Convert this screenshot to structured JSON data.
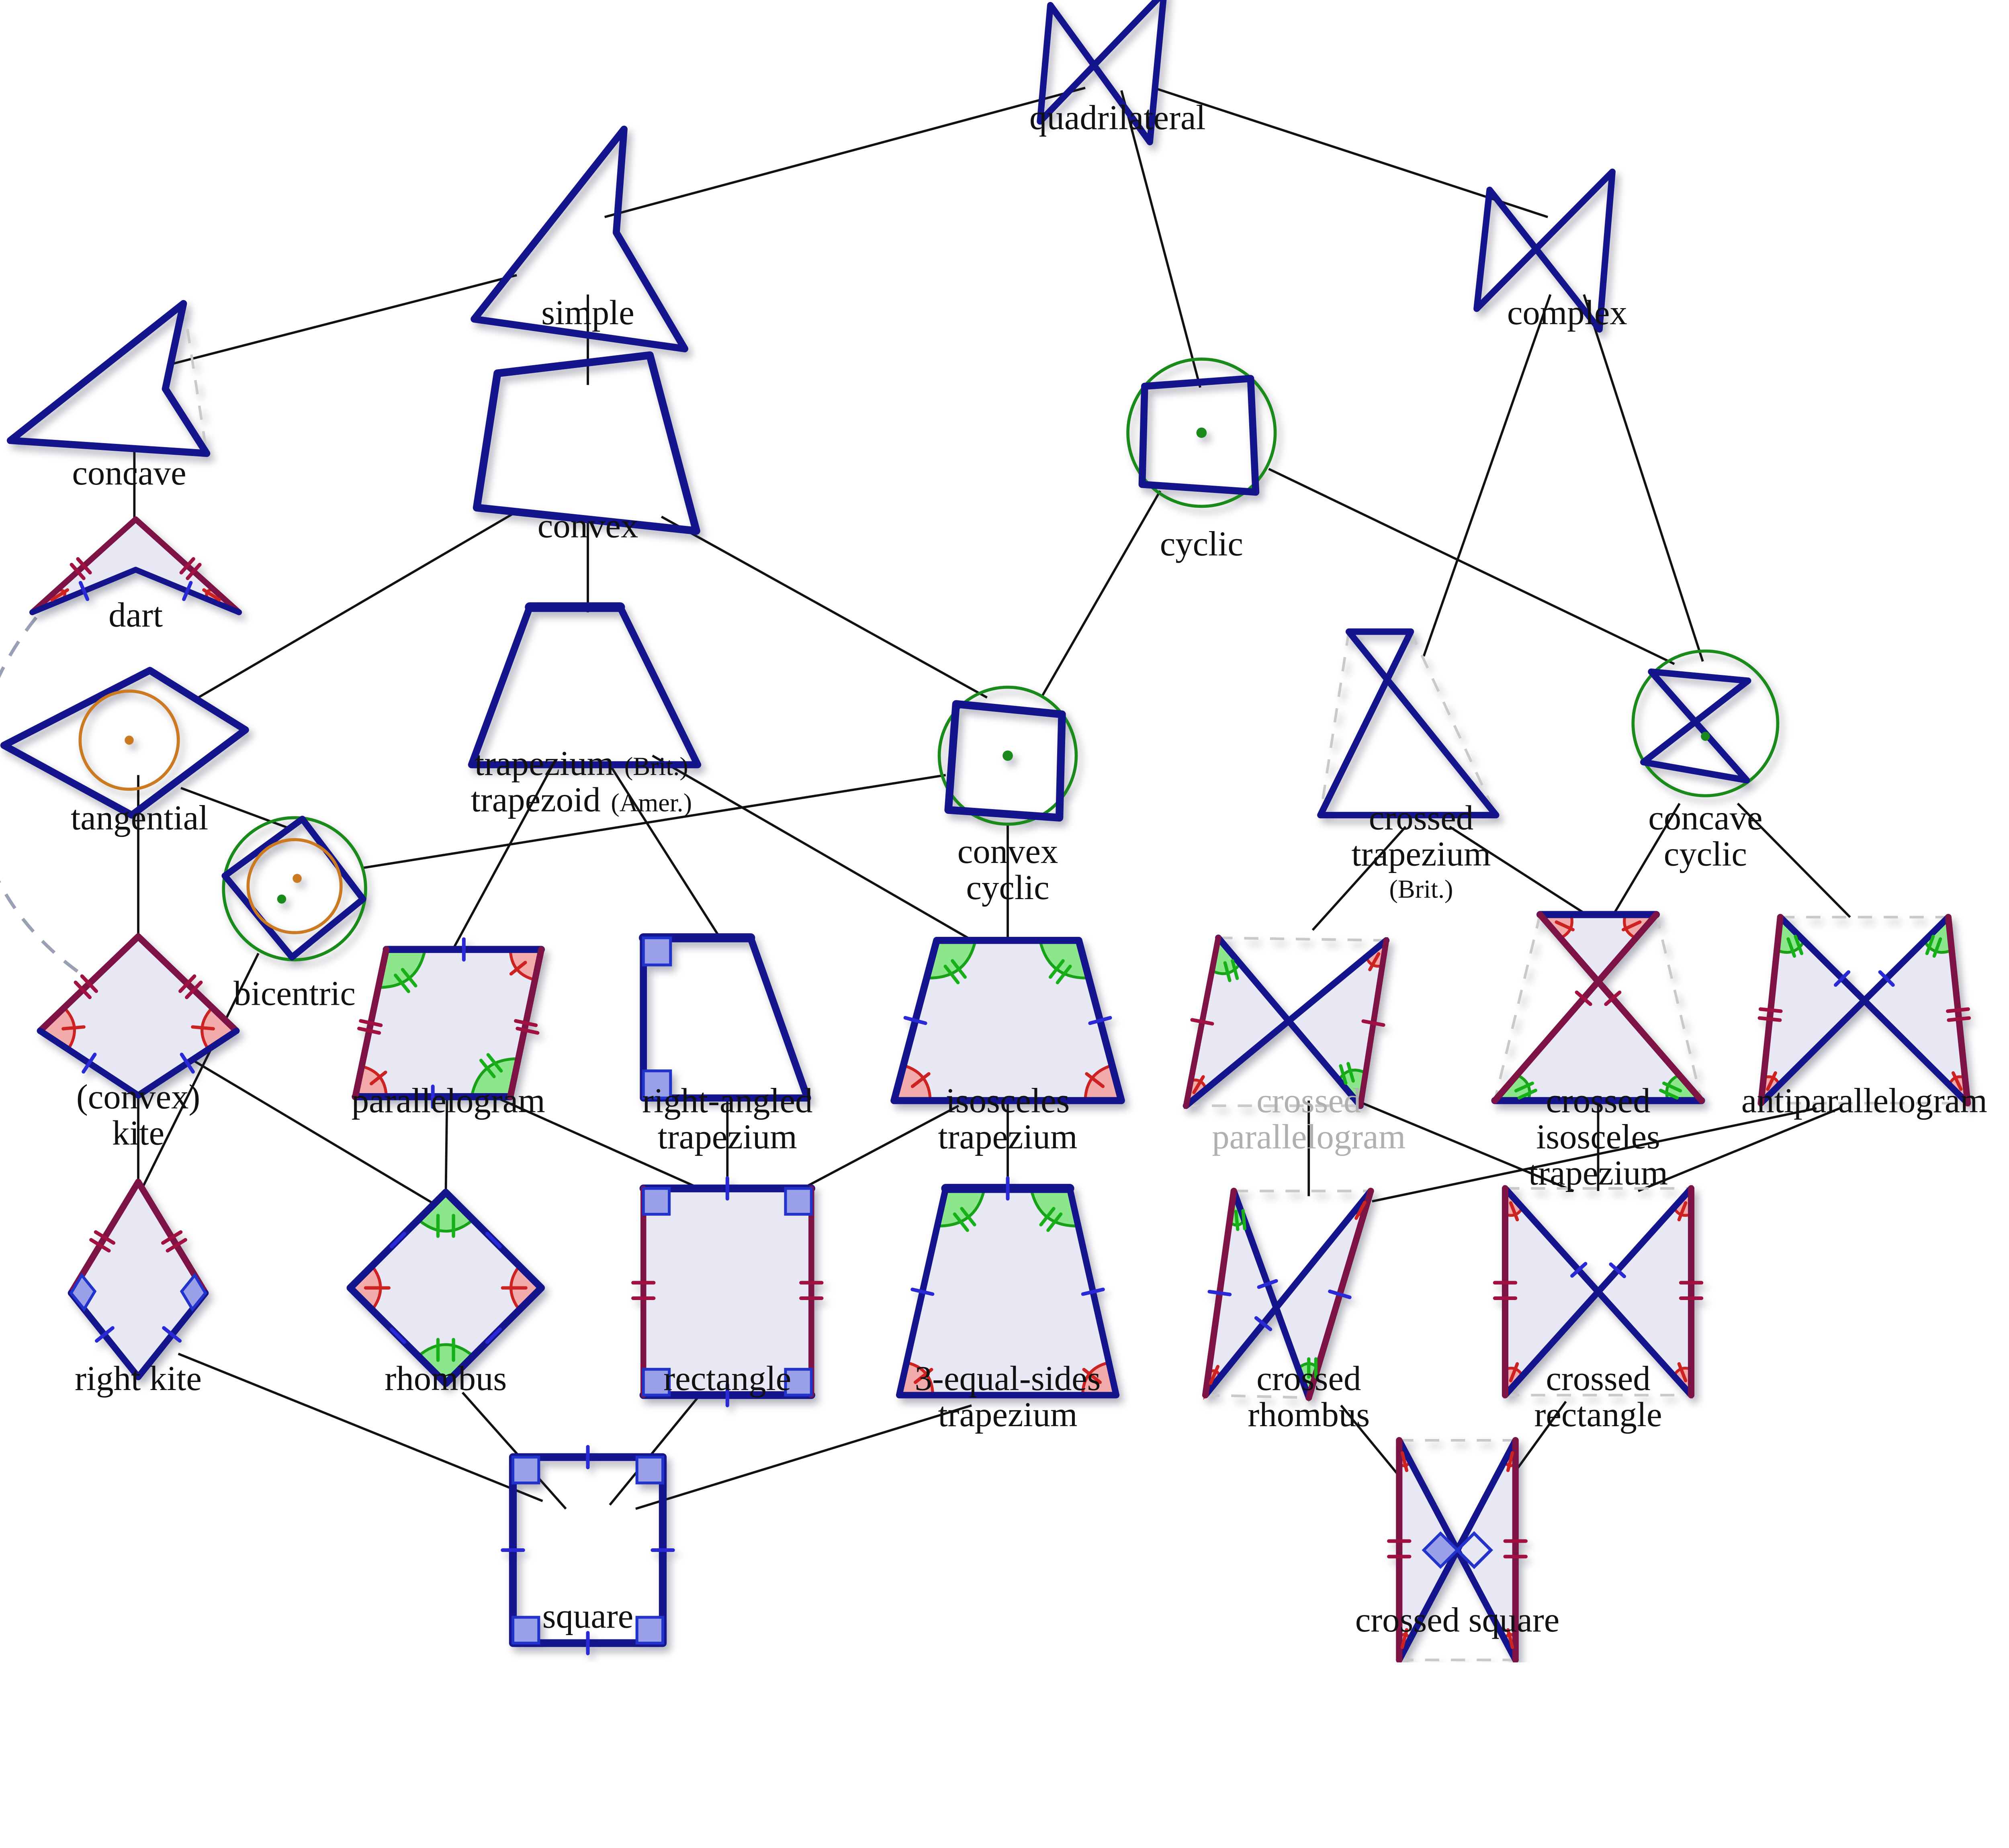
{
  "diagram": "taxonomy-of-quadrilaterals",
  "colors": {
    "shape_outline_navy": "#14148c",
    "shape_outline_maroon": "#7d1245",
    "shape_fill": "#e8e8f5",
    "angle_green": "#18a018",
    "angle_green_fill": "#8ce68c",
    "angle_red": "#cc2222",
    "angle_red_fill": "#f2aaaa",
    "tick_blue": "#2929d6",
    "tick_maroon": "#a01040",
    "right_angle_fill": "#9aa0e8",
    "circumcircle_green": "#1a8a1a",
    "incircle_orange": "#cc7a22",
    "edge_black": "#111111",
    "dashed_gray": "#9aa0b4",
    "gray_label": "#b0b0b0"
  },
  "nodes": {
    "quadrilateral": {
      "label": "quadrilateral"
    },
    "simple": {
      "label": "simple"
    },
    "complex": {
      "label": "complex"
    },
    "concave": {
      "label": "concave"
    },
    "convex": {
      "label": "convex"
    },
    "cyclic": {
      "label": "cyclic"
    },
    "dart": {
      "label": "dart"
    },
    "tangential": {
      "label": "tangential"
    },
    "trapezium": {
      "line1": "trapezium",
      "line1_note": "(Brit.)",
      "line2": "trapezoid",
      "line2_note": "(Amer.)"
    },
    "convex_cyclic": {
      "line1": "convex",
      "line2": "cyclic"
    },
    "crossed_trapezium": {
      "line1": "crossed",
      "line2": "trapezium",
      "note": "(Brit.)"
    },
    "concave_cyclic": {
      "line1": "concave",
      "line2": "cyclic"
    },
    "bicentric": {
      "label": "bicentric"
    },
    "kite": {
      "line1": "(convex)",
      "line2": "kite"
    },
    "parallelogram": {
      "label": "parallelogram"
    },
    "right_angled_trapezium": {
      "line1": "right-angled",
      "line2": "trapezium"
    },
    "isosceles_trapezium": {
      "line1": "isosceles",
      "line2": "trapezium"
    },
    "crossed_parallelogram": {
      "line1": "crossed",
      "line2": "parallelogram"
    },
    "crossed_isosceles_trapezium": {
      "line1": "crossed",
      "line2": "isosceles",
      "line3": "trapezium"
    },
    "antiparallelogram": {
      "label": "antiparallelogram"
    },
    "right_kite": {
      "label": "right kite"
    },
    "rhombus": {
      "label": "rhombus"
    },
    "rectangle": {
      "label": "rectangle"
    },
    "three_equal_sides_trapezium": {
      "line1": "3-equal-sides",
      "line2": "trapezium"
    },
    "crossed_rhombus": {
      "line1": "crossed",
      "line2": "rhombus"
    },
    "crossed_rectangle": {
      "line1": "crossed",
      "line2": "rectangle"
    },
    "square": {
      "label": "square"
    },
    "crossed_square": {
      "label": "crossed square"
    }
  },
  "edges": [
    {
      "from": "quadrilateral",
      "to": "simple"
    },
    {
      "from": "quadrilateral",
      "to": "complex"
    },
    {
      "from": "quadrilateral",
      "to": "cyclic"
    },
    {
      "from": "simple",
      "to": "concave"
    },
    {
      "from": "simple",
      "to": "convex"
    },
    {
      "from": "complex",
      "to": "crossed_trapezium"
    },
    {
      "from": "complex",
      "to": "concave_cyclic"
    },
    {
      "from": "concave",
      "to": "dart"
    },
    {
      "from": "convex",
      "to": "tangential"
    },
    {
      "from": "convex",
      "to": "trapezium"
    },
    {
      "from": "convex",
      "to": "convex_cyclic"
    },
    {
      "from": "cyclic",
      "to": "convex_cyclic"
    },
    {
      "from": "cyclic",
      "to": "concave_cyclic"
    },
    {
      "from": "dart",
      "to": "kite",
      "style": "dashed"
    },
    {
      "from": "tangential",
      "to": "kite"
    },
    {
      "from": "tangential",
      "to": "bicentric"
    },
    {
      "from": "convex_cyclic",
      "to": "bicentric"
    },
    {
      "from": "convex_cyclic",
      "to": "isosceles_trapezium"
    },
    {
      "from": "trapezium",
      "to": "parallelogram"
    },
    {
      "from": "trapezium",
      "to": "right_angled_trapezium"
    },
    {
      "from": "trapezium",
      "to": "isosceles_trapezium"
    },
    {
      "from": "bicentric",
      "to": "right_kite"
    },
    {
      "from": "kite",
      "to": "right_kite"
    },
    {
      "from": "kite",
      "to": "rhombus"
    },
    {
      "from": "parallelogram",
      "to": "rhombus"
    },
    {
      "from": "parallelogram",
      "to": "rectangle"
    },
    {
      "from": "right_angled_trapezium",
      "to": "rectangle"
    },
    {
      "from": "isosceles_trapezium",
      "to": "rectangle"
    },
    {
      "from": "isosceles_trapezium",
      "to": "three_equal_sides_trapezium"
    },
    {
      "from": "crossed_trapezium",
      "to": "crossed_parallelogram"
    },
    {
      "from": "crossed_trapezium",
      "to": "crossed_isosceles_trapezium"
    },
    {
      "from": "concave_cyclic",
      "to": "crossed_isosceles_trapezium"
    },
    {
      "from": "concave_cyclic",
      "to": "antiparallelogram"
    },
    {
      "from": "crossed_parallelogram",
      "to": "crossed_rhombus"
    },
    {
      "from": "crossed_parallelogram",
      "to": "crossed_rectangle"
    },
    {
      "from": "crossed_isosceles_trapezium",
      "to": "crossed_rectangle"
    },
    {
      "from": "antiparallelogram",
      "to": "crossed_rhombus"
    },
    {
      "from": "antiparallelogram",
      "to": "crossed_rectangle"
    },
    {
      "from": "right_kite",
      "to": "square"
    },
    {
      "from": "rhombus",
      "to": "square"
    },
    {
      "from": "rectangle",
      "to": "square"
    },
    {
      "from": "three_equal_sides_trapezium",
      "to": "square"
    },
    {
      "from": "crossed_rhombus",
      "to": "crossed_square"
    },
    {
      "from": "crossed_rectangle",
      "to": "crossed_square"
    }
  ]
}
